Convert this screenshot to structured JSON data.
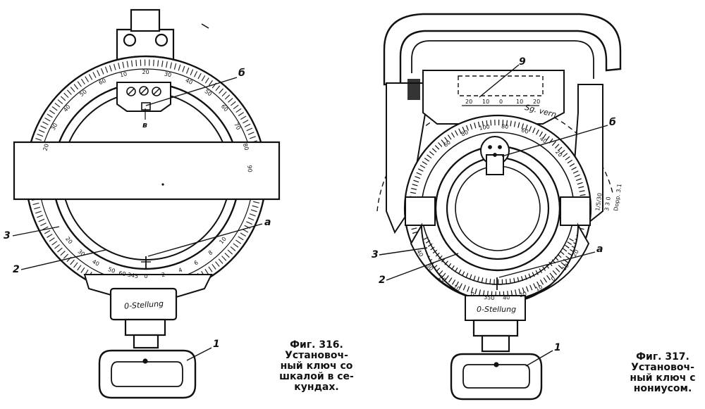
{
  "figure_316": {
    "caption": [
      "Фиг. 316.",
      "Установоч-",
      "ный ключ со",
      "шкалой в се-",
      "кундах."
    ],
    "plate_text": "0-Stellung",
    "labels": {
      "b": "б",
      "v": "в",
      "a": "а",
      "n3": "3",
      "n2": "2",
      "n1": "1"
    },
    "scale_top": [
      "20",
      "30",
      "40",
      "50",
      "60",
      "10",
      "20",
      "30",
      "40",
      "50",
      "60",
      "70",
      "80",
      "90"
    ],
    "scale_bottom": [
      "20",
      "30",
      "40",
      "50",
      "60 345",
      "0",
      "2",
      "4",
      "6",
      "8",
      "10"
    ]
  },
  "figure_317": {
    "caption": [
      "Фиг. 317.",
      "Установоч-",
      "ный ключ с",
      "нониусом."
    ],
    "plate_text": "0-Stellung",
    "labels": {
      "g": "9",
      "b": "б",
      "a": "а",
      "n3": "3",
      "n2": "2",
      "n1": "1"
    },
    "vernier_scale": [
      "20",
      "10",
      "0",
      "10",
      "20"
    ],
    "scale_upper": [
      "60",
      "80",
      "100",
      "80",
      "60",
      "40",
      "20"
    ],
    "scale_lower": [
      "40",
      "30",
      "20",
      "10",
      "0",
      "350",
      "40",
      "20",
      "10",
      "0",
      "10",
      "20"
    ],
    "side_texts": [
      "Dopp. 3.1",
      "3 3 0",
      "1/5/30"
    ],
    "vernier_text": "Sg. vern."
  }
}
